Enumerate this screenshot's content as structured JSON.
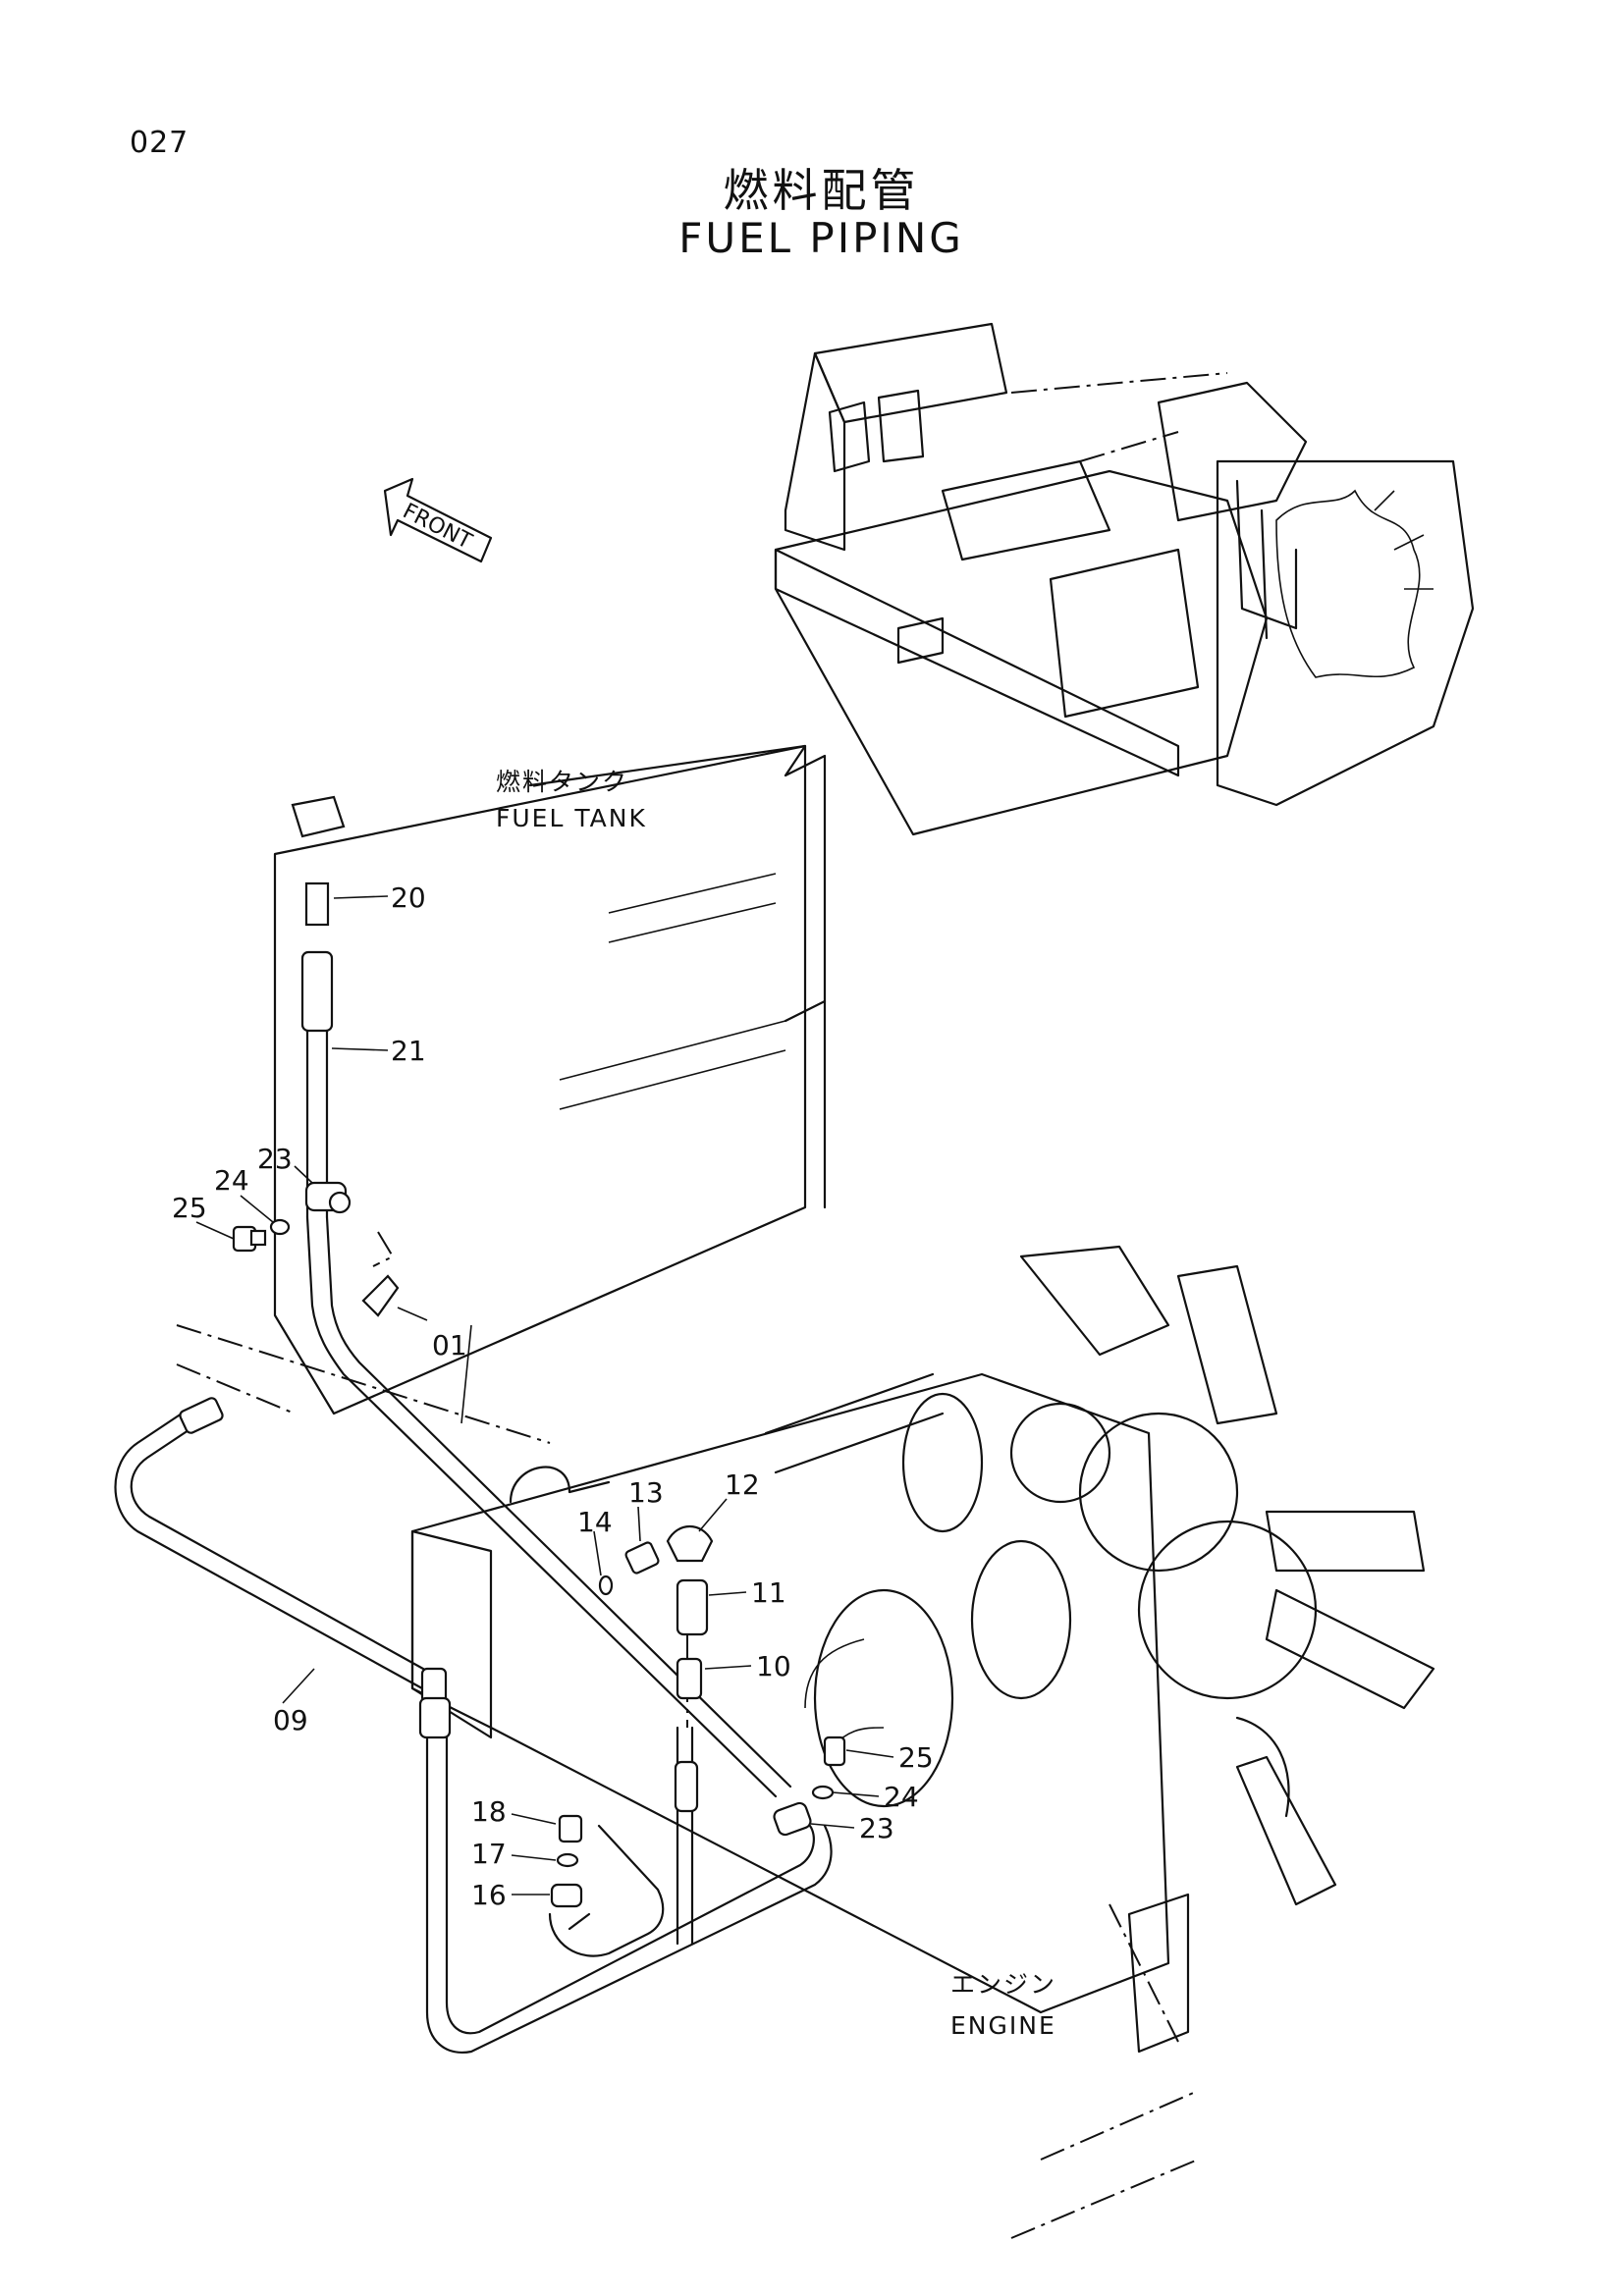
{
  "page_number": "027",
  "title_ja": "燃料配管",
  "title_en": "FUEL PIPING",
  "front_arrow": "FRONT",
  "fuel_tank": {
    "ja": "燃料タンク",
    "en": "FUEL TANK"
  },
  "engine": {
    "ja": "エンジン",
    "en": "ENGINE"
  },
  "callouts": {
    "c20": "20",
    "c21": "21",
    "c23a": "23",
    "c24a": "24",
    "c25a": "25",
    "c01": "01",
    "c13": "13",
    "c12": "12",
    "c14": "14",
    "c11": "11",
    "c10": "10",
    "c09": "09",
    "c25b": "25",
    "c24b": "24",
    "c23b": "23",
    "c18": "18",
    "c17": "17",
    "c16": "16"
  }
}
